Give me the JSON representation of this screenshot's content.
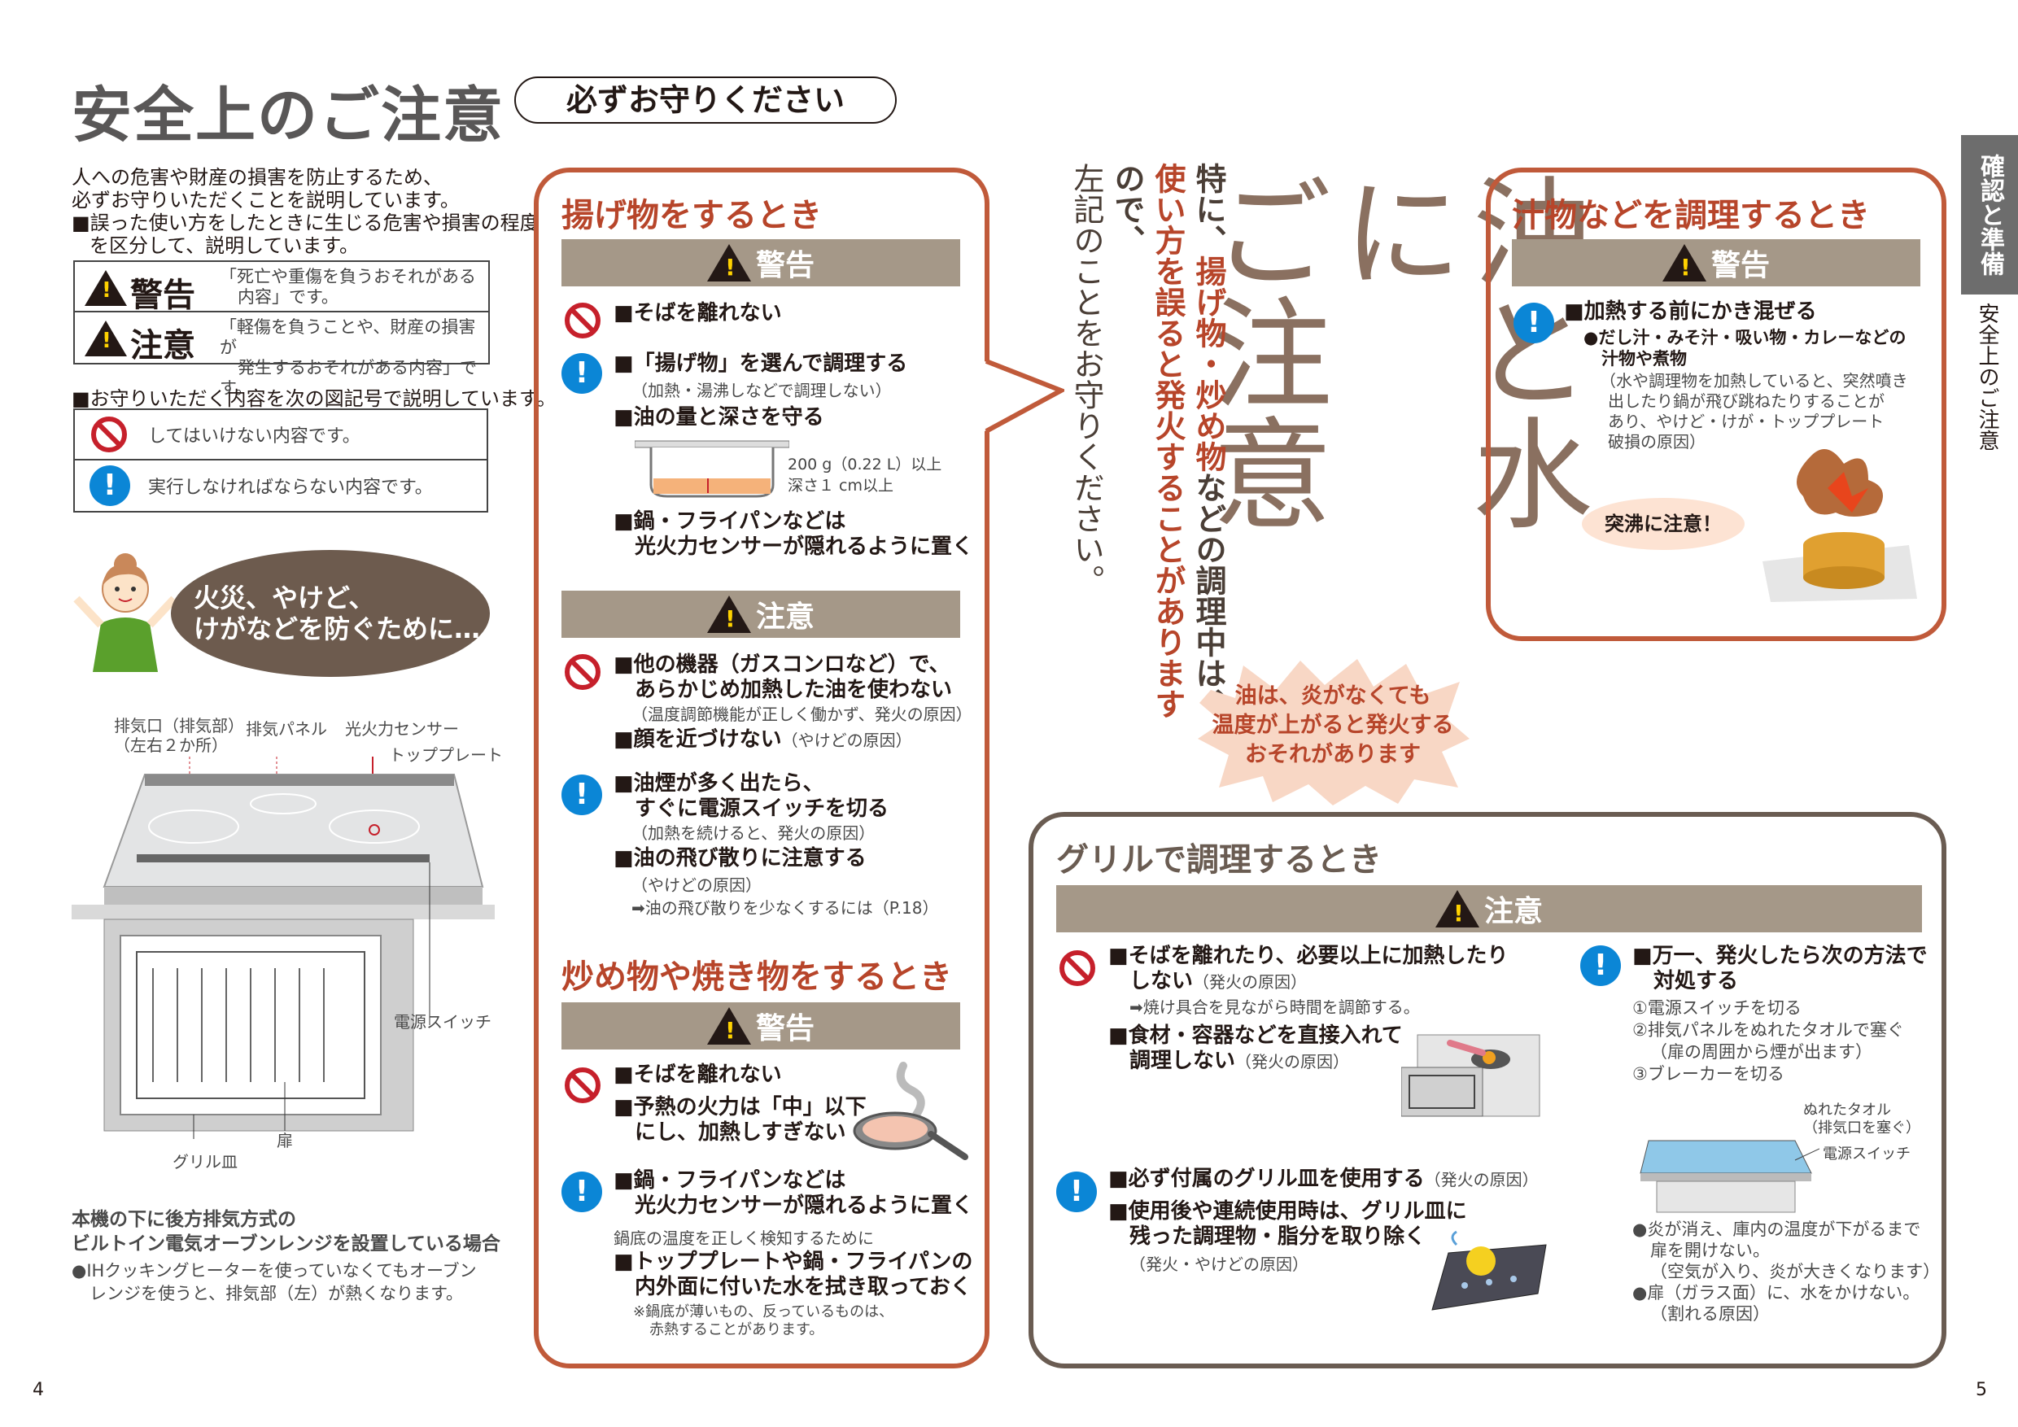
{
  "header": {
    "title": "安全上のご注意",
    "badge": "必ずお守りください"
  },
  "intro": {
    "line1": "人への危害や財産の損害を防止するため、",
    "line2": "必ずお守りいただくことを説明しています。",
    "line3": "■誤った使い方をしたときに生じる危害や損害の程度",
    "line4": "を区分して、説明しています。"
  },
  "levels": [
    {
      "label": "警告",
      "desc1": "「死亡や重傷を負うおそれがある",
      "desc2": "内容」です。"
    },
    {
      "label": "注意",
      "desc1": "「軽傷を負うことや、財産の損害が",
      "desc2": "発生するおそれがある内容」です。"
    }
  ],
  "symbols_intro": "■お守りいただく内容を次の図記号で説明しています。",
  "symbols": [
    {
      "text": "してはいけない内容です。"
    },
    {
      "text": "実行しなければならない内容です。"
    }
  ],
  "bubble": {
    "line1": "火災、やけど、",
    "line2": "けがなどを防ぐために…"
  },
  "cooktop_labels": {
    "exhaust1": "排気口（排気部）",
    "exhaust2": "（左右２か所）",
    "exhaust_panel": "排気パネル",
    "sensor": "光火力センサー",
    "top_plate": "トッププレート",
    "power_switch": "電源スイッチ",
    "door": "扉",
    "grill_plate": "グリル皿"
  },
  "oven_note": {
    "title1": "本機の下に後方排気方式の",
    "title2": "ビルトイン電気オーブンレンジを設置している場合",
    "body1": "●IHクッキングヒーターを使っていなくてもオーブン",
    "body2": "レンジを使うと、排気部（左）が熱くなります。"
  },
  "fry": {
    "title": "揚げ物をするとき",
    "warn": "警告",
    "caution": "注意",
    "w1": "■そばを離れない",
    "w2": "■「揚げ物」を選んで調理する",
    "w2s": "（加熱・湯沸しなどで調理しない）",
    "w3": "■油の量と深さを守る",
    "pot1": "200 g（0.22 L）以上",
    "pot2": "深さ１ cm以上",
    "w4a": "■鍋・フライパンなどは",
    "w4b": "光火力センサーが隠れるように置く",
    "c1a": "■他の機器（ガスコンロなど）で、",
    "c1b": "あらかじめ加熱した油を使わない",
    "c1s": "（温度調節機能が正しく働かず、発火の原因）",
    "c2": "■顔を近づけない",
    "c2s": "（やけどの原因）",
    "c3a": "■油煙が多く出たら、",
    "c3b": "すぐに電源スイッチを切る",
    "c3s": "（加熱を続けると、発火の原因）",
    "c4": "■油の飛び散りに注意する",
    "c4s": "（やけどの原因）",
    "c4r": "➡油の飛び散りを少なくするには（P.18）"
  },
  "stir": {
    "title": "炒め物や焼き物をするとき",
    "warn": "警告",
    "w1": "■そばを離れない",
    "w2a": "■予熱の火力は「中」以下",
    "w2b": "にし、加熱しすぎない",
    "w3a": "■鍋・フライパンなどは",
    "w3b": "光火力センサーが隠れるように置く",
    "w3s": "鍋底の温度を正しく検知するために",
    "w4a": "■トッププレートや鍋・フライパンの",
    "w4b": "内外面に付いた水を拭き取っておく",
    "note1": "※鍋底が薄いもの、反っているものは、",
    "note2": "赤熱することがあります。"
  },
  "vertical": {
    "big1": "油と水に",
    "big2": "ご注意",
    "c1a": "特に、",
    "c1b": "揚げ物・炒め物",
    "c1c": "などの調理中は、",
    "c2a": "使い方を誤ると発火することがあります",
    "c2b": "ので、",
    "c3": "左記のことをお守りください。"
  },
  "burst": {
    "l1": "油は、炎がなくても",
    "l2": "温度が上がると発火する",
    "l3": "おそれがあります"
  },
  "soup": {
    "title": "汁物などを調理するとき",
    "warn": "警告",
    "w1": "■加熱する前にかき混ぜる",
    "b1": "●だし汁・みそ汁・吸い物・カレーなどの",
    "b2": "汁物や煮物",
    "s1": "（水や調理物を加熱していると、突然噴き",
    "s2": "出したり鍋が飛び跳ねたりすることが",
    "s3": "あり、やけど・けが・トッププレート",
    "s4": "破損の原因）",
    "boil": "突沸に注意！"
  },
  "grill": {
    "title": "グリルで調理するとき",
    "caution": "注意",
    "p1a": "■そばを離れたり、必要以上に加熱したり",
    "p1b": "しない",
    "p1s": "（発火の原因）",
    "p1r": "➡焼け具合を見ながら時間を調節する。",
    "p2a": "■食材・容器などを直接入れて",
    "p2b": "調理しない",
    "p2s": "（発火の原因）",
    "m1": "■必ず付属のグリル皿を使用する",
    "m1s": "（発火の原因）",
    "m2a": "■使用後や連続使用時は、グリル皿に",
    "m2b": "残った調理物・脂分を取り除く",
    "m2s": "（発火・やけどの原因）",
    "f1a": "■万一、発火したら次の方法で",
    "f1b": "対処する",
    "step1": "①電源スイッチを切る",
    "step2": "②排気パネルをぬれたタオルで塞ぐ",
    "step2s": "（扉の周囲から煙が出ます）",
    "step3": "③ブレーカーを切る",
    "towel1": "ぬれたタオル",
    "towel2": "（排気口を塞ぐ）",
    "switch": "電源スイッチ",
    "n1a": "●炎が消え、庫内の温度が下がるまで",
    "n1b": "扉を開けない。",
    "n1c": "（空気が入り、炎が大きくなります）",
    "n2a": "●扉（ガラス面）に、水をかけない。",
    "n2b": "（割れる原因）"
  },
  "side_tab": {
    "section": "確認と準備",
    "page": "安全上のご注意"
  },
  "page_numbers": {
    "left": "4",
    "right": "5"
  }
}
